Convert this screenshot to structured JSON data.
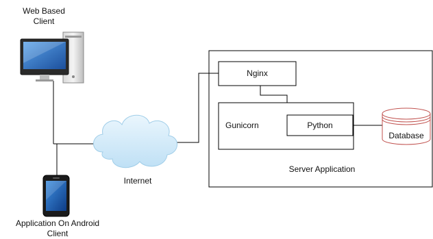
{
  "nodes": {
    "web_client": {
      "label": "Web Based\nClient"
    },
    "android_client": {
      "label": "Application On Android\nClient"
    },
    "internet": {
      "label": "Internet"
    },
    "nginx": {
      "label": "Nginx"
    },
    "gunicorn": {
      "label": "Gunicorn"
    },
    "python": {
      "label": "Python"
    },
    "database": {
      "label": "Database"
    },
    "server_app": {
      "label": "Server Application"
    }
  },
  "colors": {
    "line": "#000000",
    "database_stroke": "#c0504d",
    "cloud_fill": "#d6ecfa",
    "cloud_stroke": "#9fcde8"
  },
  "icons": {
    "computer": "desktop-computer-icon",
    "phone": "android-phone-icon",
    "cloud": "cloud-icon",
    "database": "database-cylinder-icon"
  }
}
